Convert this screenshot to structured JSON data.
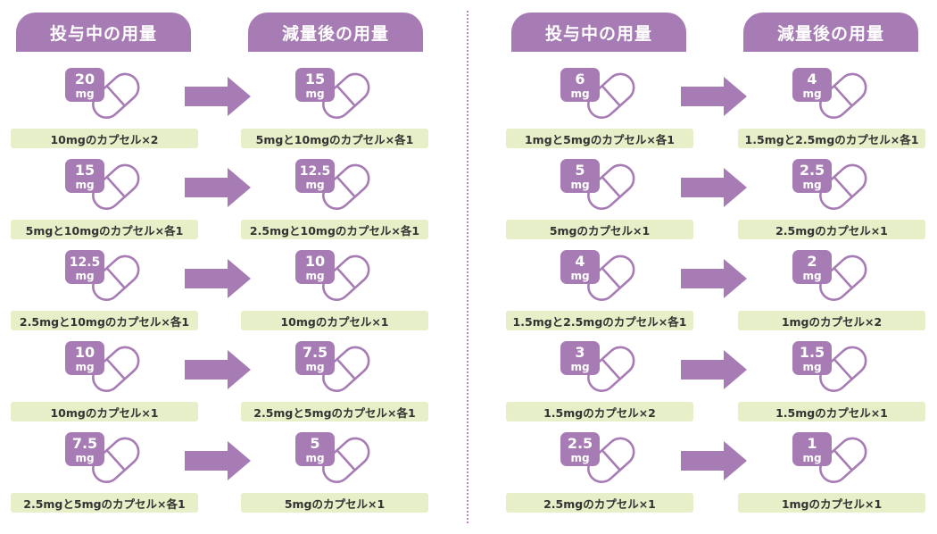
{
  "headers": {
    "current": "投与中の用量",
    "reduced": "減量後の用量"
  },
  "unit": "mg",
  "colors": {
    "purple": "#a77cb4",
    "label_bg": "#e6efc8"
  },
  "left": [
    {
      "from": {
        "dose": "20",
        "caption": "10mgのカプセル×2"
      },
      "to": {
        "dose": "15",
        "caption": "5mgと10mgのカプセル×各1"
      }
    },
    {
      "from": {
        "dose": "15",
        "caption": "5mgと10mgのカプセル×各1"
      },
      "to": {
        "dose": "12.5",
        "caption": "2.5mgと10mgのカプセル×各1"
      }
    },
    {
      "from": {
        "dose": "12.5",
        "caption": "2.5mgと10mgのカプセル×各1"
      },
      "to": {
        "dose": "10",
        "caption": "10mgのカプセル×1"
      }
    },
    {
      "from": {
        "dose": "10",
        "caption": "10mgのカプセル×1"
      },
      "to": {
        "dose": "7.5",
        "caption": "2.5mgと5mgのカプセル×各1"
      }
    },
    {
      "from": {
        "dose": "7.5",
        "caption": "2.5mgと5mgのカプセル×各1"
      },
      "to": {
        "dose": "5",
        "caption": "5mgのカプセル×1"
      }
    }
  ],
  "right": [
    {
      "from": {
        "dose": "6",
        "caption": "1mgと5mgのカプセル×各1"
      },
      "to": {
        "dose": "4",
        "caption": "1.5mgと2.5mgのカプセル×各1"
      }
    },
    {
      "from": {
        "dose": "5",
        "caption": "5mgのカプセル×1"
      },
      "to": {
        "dose": "2.5",
        "caption": "2.5mgのカプセル×1"
      }
    },
    {
      "from": {
        "dose": "4",
        "caption": "1.5mgと2.5mgのカプセル×各1"
      },
      "to": {
        "dose": "2",
        "caption": "1mgのカプセル×2"
      }
    },
    {
      "from": {
        "dose": "3",
        "caption": "1.5mgのカプセル×2"
      },
      "to": {
        "dose": "1.5",
        "caption": "1.5mgのカプセル×1"
      }
    },
    {
      "from": {
        "dose": "2.5",
        "caption": "2.5mgのカプセル×1"
      },
      "to": {
        "dose": "1",
        "caption": "1mgのカプセル×1"
      }
    }
  ]
}
